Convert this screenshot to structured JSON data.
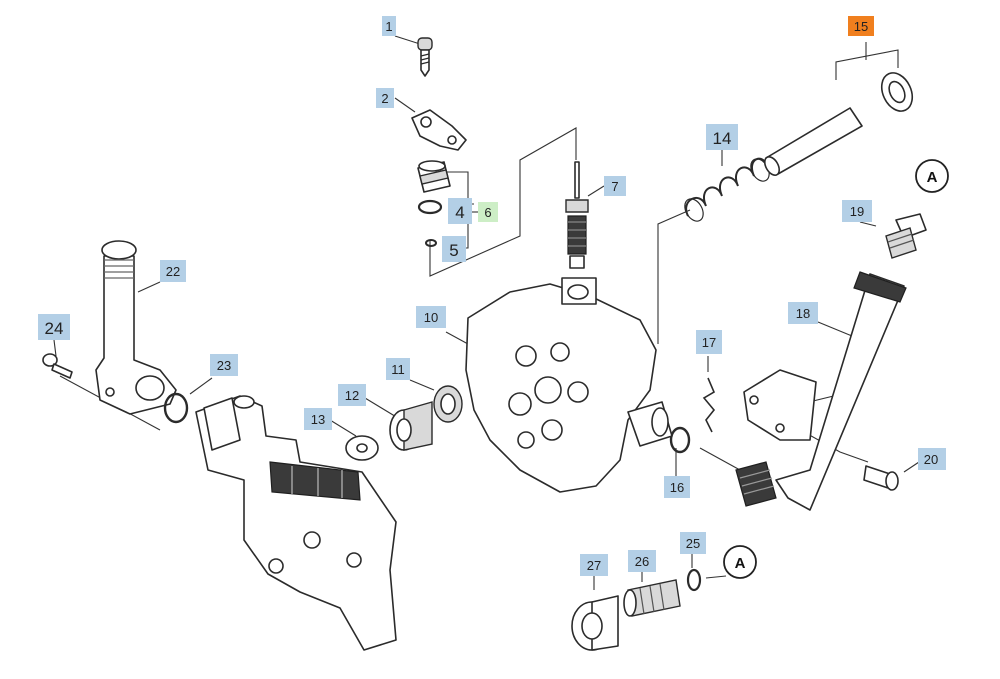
{
  "diagram": {
    "colors": {
      "callout_default": "#b3cfe6",
      "callout_selected": "#f07f1e",
      "callout_green": "#cdeec6",
      "line": "#2b2b2b"
    },
    "callouts": [
      {
        "id": "1",
        "label": "1",
        "style": "default"
      },
      {
        "id": "2",
        "label": "2",
        "style": "default"
      },
      {
        "id": "4",
        "label": "4",
        "style": "default"
      },
      {
        "id": "5",
        "label": "5",
        "style": "default"
      },
      {
        "id": "6",
        "label": "6",
        "style": "green"
      },
      {
        "id": "7",
        "label": "7",
        "style": "default"
      },
      {
        "id": "10",
        "label": "10",
        "style": "default"
      },
      {
        "id": "11",
        "label": "11",
        "style": "default"
      },
      {
        "id": "12",
        "label": "12",
        "style": "default"
      },
      {
        "id": "13",
        "label": "13",
        "style": "default"
      },
      {
        "id": "14",
        "label": "14",
        "style": "default"
      },
      {
        "id": "15",
        "label": "15",
        "style": "selected"
      },
      {
        "id": "16",
        "label": "16",
        "style": "default"
      },
      {
        "id": "17",
        "label": "17",
        "style": "default"
      },
      {
        "id": "18",
        "label": "18",
        "style": "default"
      },
      {
        "id": "19",
        "label": "19",
        "style": "default"
      },
      {
        "id": "20",
        "label": "20",
        "style": "default"
      },
      {
        "id": "22",
        "label": "22",
        "style": "default"
      },
      {
        "id": "23",
        "label": "23",
        "style": "default"
      },
      {
        "id": "24",
        "label": "24",
        "style": "default"
      },
      {
        "id": "25",
        "label": "25",
        "style": "default"
      },
      {
        "id": "26",
        "label": "26",
        "style": "default"
      },
      {
        "id": "27",
        "label": "27",
        "style": "default"
      }
    ],
    "references": [
      {
        "id": "a1",
        "label": "A"
      },
      {
        "id": "a2",
        "label": "A"
      }
    ]
  }
}
